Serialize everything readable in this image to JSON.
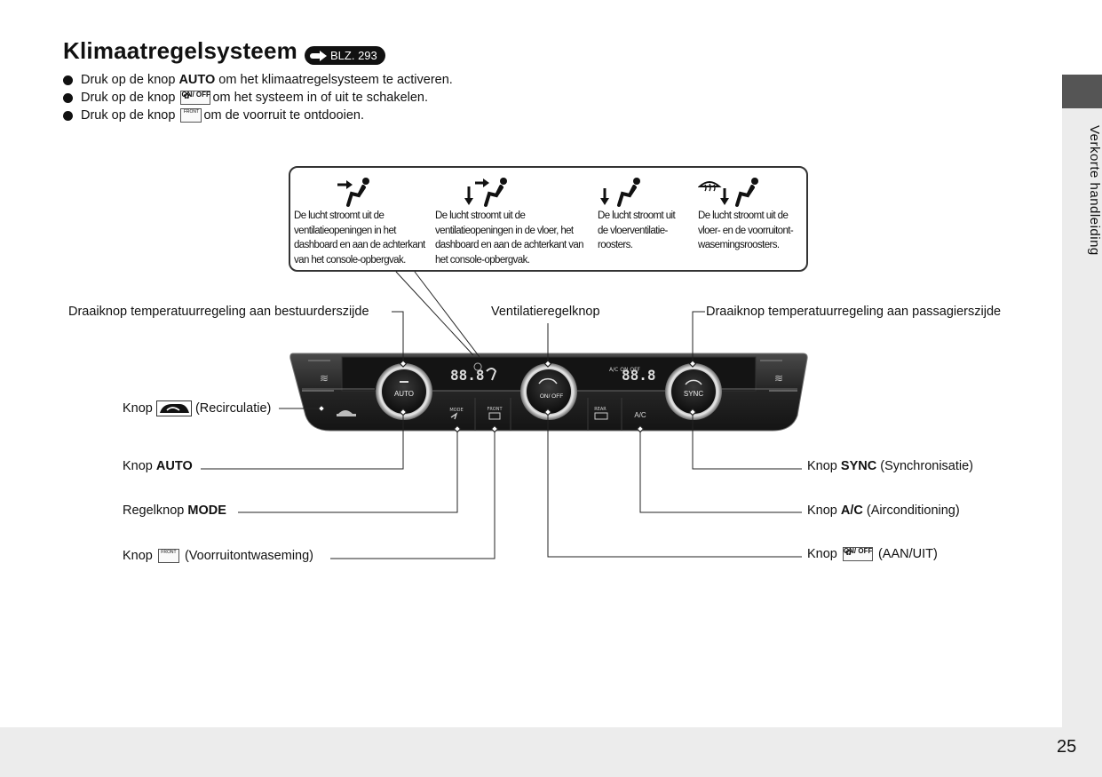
{
  "header": {
    "title": "Klimaatregelsysteem",
    "ref_label": "BLZ. 293"
  },
  "bullets": [
    {
      "before": "Druk op de knop ",
      "bold": "AUTO",
      "after": " om het klimaatregelsysteem te activeren."
    },
    {
      "before": "Druk op de knop ",
      "icon": "fan-onoff-icon",
      "icon_text": "ON/ OFF",
      "after": " om het systeem in of uit te schakelen."
    },
    {
      "before": "Druk op de knop ",
      "icon": "front-defrost-icon",
      "icon_text": "FRONT",
      "after": " om de voorruit te ontdooien."
    }
  ],
  "modes": [
    {
      "icon": "dash-vent-mode-icon",
      "text": "De lucht stroomt uit de ventilatieopeningen in het dashboard en aan de achterkant van het console-opbergvak."
    },
    {
      "icon": "floor-dash-vent-mode-icon",
      "text": "De lucht stroomt uit de ventilatieopeningen in de vloer, het dashboard en aan de achterkant van het console-opbergvak."
    },
    {
      "icon": "floor-vent-mode-icon",
      "text": "De lucht stroomt uit de vloerventilatie-roosters."
    },
    {
      "icon": "floor-defrost-mode-icon",
      "text": "De lucht stroomt uit de vloer- en de voorruitont-wasemingsroosters."
    }
  ],
  "callouts": {
    "driver_temp": "Draaiknop temperatuurregeling aan bestuurderszijde",
    "fan": "Ventilatieregelknop",
    "passenger_temp": "Draaiknop temperatuurregeling aan passagierszijde",
    "recirc_pre": "Knop",
    "recirc_post": "(Recirculatie)",
    "auto_pre": "Knop",
    "auto_bold": "AUTO",
    "mode_pre": "Regelknop",
    "mode_bold": "MODE",
    "defrost_pre": "Knop",
    "defrost_post": "(Voorruitontwaseming)",
    "sync_pre": "Knop",
    "sync_bold": "SYNC",
    "sync_post": "(Synchronisatie)",
    "ac_pre": "Knop",
    "ac_bold": "A/C",
    "ac_post": "(Airconditioning)",
    "onoff_pre": "Knop",
    "onoff_post": "(AAN/UIT)"
  },
  "panel": {
    "auto_knob": "AUTO",
    "onoff_knob": "ON/ OFF",
    "sync_knob": "SYNC",
    "ac_button": "A/C",
    "mode_button": "MODE",
    "front_button": "FRONT",
    "rear_button": "REAR",
    "ac_indicator": "A/C ON OFF",
    "temp_digits": "88.8"
  },
  "side_tab": "Verkorte handleiding",
  "page_number": "25"
}
